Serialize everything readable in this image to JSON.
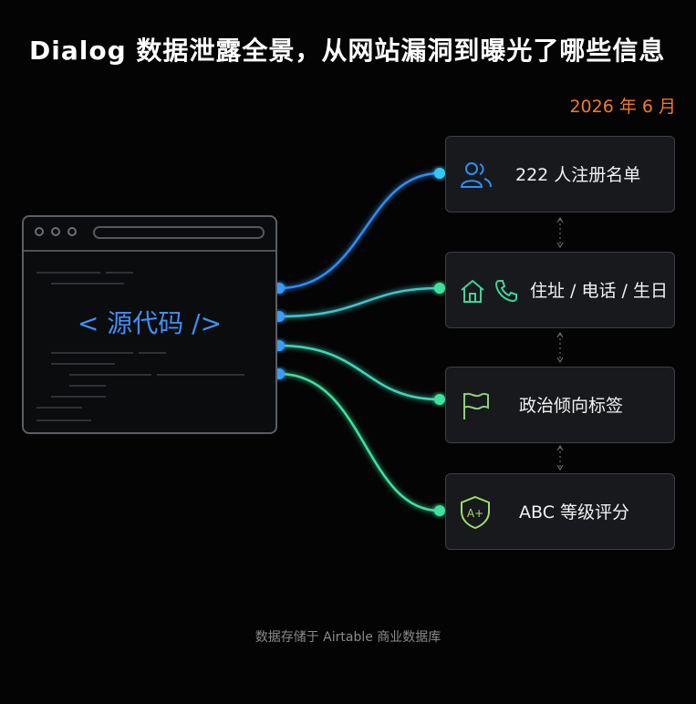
{
  "title": "Dialog 数据泄露全景，从网站漏洞到曝光了哪些信息",
  "date": "2026 年 6 月",
  "source_label": "< 源代码 />",
  "items": [
    {
      "label": "222 人注册名单",
      "icons": [
        "users-icon"
      ],
      "color": "#2f8ef5"
    },
    {
      "label": "住址 / 电话 / 生日",
      "icons": [
        "home-icon",
        "phone-icon"
      ],
      "color": "#3fd39a"
    },
    {
      "label": "政治倾向标签",
      "icons": [
        "flag-icon"
      ],
      "color": "#8fcf7a"
    },
    {
      "label": "ABC 等级评分",
      "icons": [
        "shield-grade-icon"
      ],
      "color": "#9fdf6a"
    }
  ],
  "footer": "数据存储于 Airtable 商业数据库",
  "colors": {
    "accent_blue": "#2f8ef5",
    "accent_green": "#3fe0a0",
    "date_orange": "#f07a2a"
  }
}
